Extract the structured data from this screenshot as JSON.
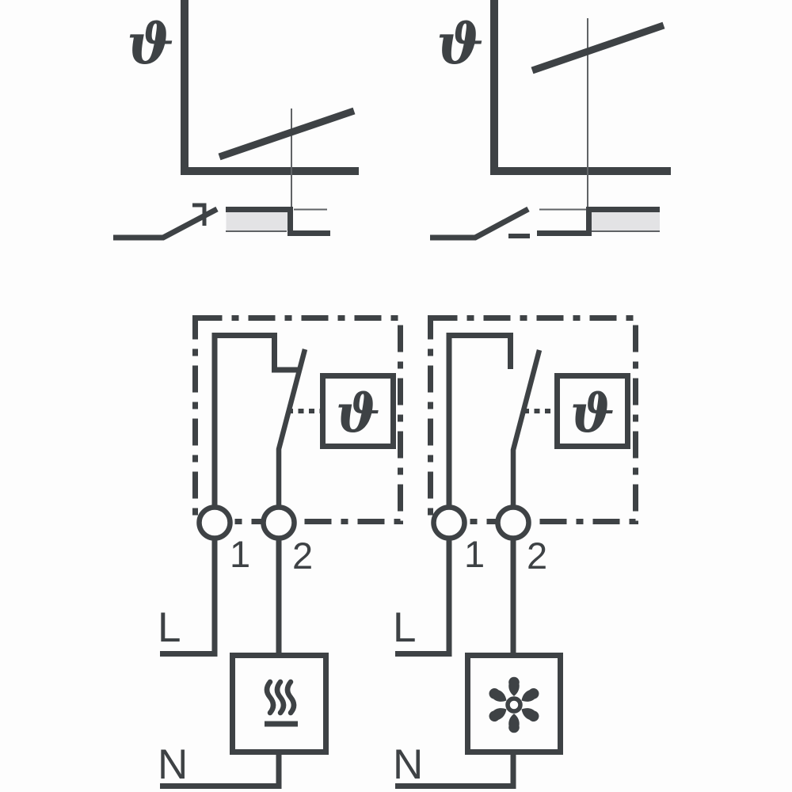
{
  "colors": {
    "ink": "#3e4245",
    "thin_line": "#606366",
    "band_fill": "#e3e3e5",
    "background": "#fdfdfd"
  },
  "graphs": {
    "heating": {
      "axis_label": "ϑ"
    },
    "cooling": {
      "axis_label": "ϑ"
    }
  },
  "circuits": {
    "heating": {
      "sensor_label": "ϑ",
      "terminal_1": "1",
      "terminal_2": "2",
      "line_label": "L",
      "neutral_label": "N",
      "load_icon": "heating-element-icon"
    },
    "cooling": {
      "sensor_label": "ϑ",
      "terminal_1": "1",
      "terminal_2": "2",
      "line_label": "L",
      "neutral_label": "N",
      "load_icon": "fan-icon"
    }
  }
}
